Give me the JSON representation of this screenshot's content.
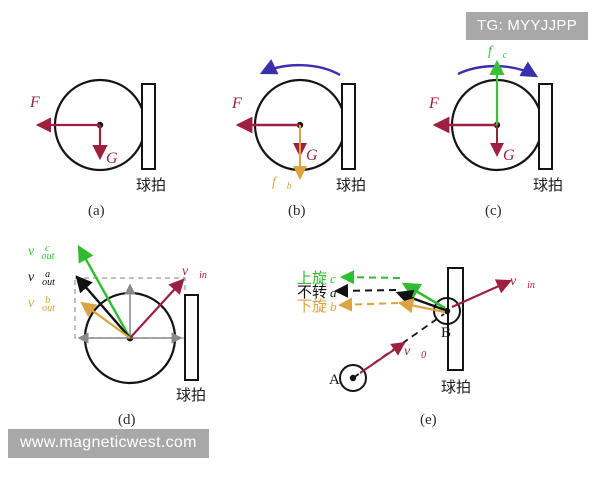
{
  "watermarks": {
    "top_right": "TG: MYYJJPP",
    "bottom_left": "www.magneticwest.com"
  },
  "figure": {
    "description": "Table tennis ball-paddle interaction: forces, spin and rebound velocities",
    "paddle_label": "球拍",
    "panel_labels": [
      "(a)",
      "(b)",
      "(c)",
      "(d)",
      "(e)"
    ]
  },
  "colors": {
    "force_red": "#9e2040",
    "gravity_red": "#9e2040",
    "friction_orange": "#d9a441",
    "friction_green": "#39c13b",
    "spin_blue": "#3a2fae",
    "vin_red": "#9e2040",
    "vout_green": "#2fbd2f",
    "vout_black": "#111111",
    "vout_orange": "#d9a441",
    "construction_gray": "#8a8a8a",
    "outline_black": "#141414",
    "watermark_gray": "#a8a8a8"
  },
  "panels": {
    "a": {
      "label": "(a)",
      "paddle": "球拍",
      "vectors": [
        {
          "name": "F",
          "symbol": "F⃗",
          "color": "#9e2040",
          "direction": "left",
          "meaning": "applied force"
        },
        {
          "name": "G",
          "symbol": "G⃗",
          "color": "#9e2040",
          "direction": "down",
          "meaning": "gravity"
        }
      ],
      "spin": "none"
    },
    "b": {
      "label": "(b)",
      "paddle": "球拍",
      "vectors": [
        {
          "name": "F",
          "symbol": "F⃗",
          "color": "#9e2040",
          "direction": "left",
          "meaning": "applied force"
        },
        {
          "name": "G",
          "symbol": "G⃗",
          "color": "#9e2040",
          "direction": "down",
          "meaning": "gravity"
        },
        {
          "name": "fb",
          "symbol": "f⃗b",
          "color": "#d9a441",
          "direction": "down",
          "meaning": "friction backspin"
        }
      ],
      "spin": "counterclockwise",
      "spin_color": "#3a2fae"
    },
    "c": {
      "label": "(c)",
      "paddle": "球拍",
      "vectors": [
        {
          "name": "F",
          "symbol": "F⃗",
          "color": "#9e2040",
          "direction": "left",
          "meaning": "applied force"
        },
        {
          "name": "G",
          "symbol": "G⃗",
          "color": "#9e2040",
          "direction": "down",
          "meaning": "gravity"
        },
        {
          "name": "fc",
          "symbol": "f⃗c",
          "color": "#39c13b",
          "direction": "up",
          "meaning": "friction topspin"
        }
      ],
      "spin": "clockwise",
      "spin_color": "#3a2fae"
    },
    "d": {
      "label": "(d)",
      "paddle": "球拍",
      "vectors": [
        {
          "name": "vin",
          "symbol": "v⃗in",
          "color": "#9e2040",
          "meaning": "incoming velocity",
          "direction": "up-right"
        },
        {
          "name": "vout_c",
          "symbol": "v⃗out",
          "superscript": "c",
          "color": "#2fbd2f",
          "meaning": "rebound topspin",
          "direction": "up-left-steep"
        },
        {
          "name": "vout_a",
          "symbol": "v⃗out",
          "superscript": "a",
          "color": "#111111",
          "meaning": "rebound no spin",
          "direction": "up-left"
        },
        {
          "name": "vout_b",
          "symbol": "v⃗out",
          "superscript": "b",
          "color": "#d9a441",
          "meaning": "rebound backspin",
          "direction": "up-left-shallow"
        }
      ],
      "construction": "dashed rectangle with gray component arrows"
    },
    "e": {
      "label": "(e)",
      "paddle": "球拍",
      "points": [
        {
          "name": "A",
          "label": "A",
          "meaning": "launch point"
        },
        {
          "name": "B",
          "label": "B",
          "meaning": "impact point on paddle"
        }
      ],
      "vectors": [
        {
          "name": "v0",
          "symbol": "v⃗0",
          "color": "#9e2040",
          "meaning": "initial velocity"
        },
        {
          "name": "vin",
          "symbol": "v⃗in",
          "color": "#9e2040",
          "meaning": "incoming velocity at paddle"
        }
      ],
      "legend": [
        {
          "cn": "上旋",
          "key": "c",
          "color": "#2fbd2f",
          "meaning": "topspin"
        },
        {
          "cn": "不转",
          "key": "a",
          "color": "#111111",
          "meaning": "no spin"
        },
        {
          "cn": "下旋",
          "key": "b",
          "color": "#d9a441",
          "meaning": "backspin"
        }
      ]
    }
  }
}
